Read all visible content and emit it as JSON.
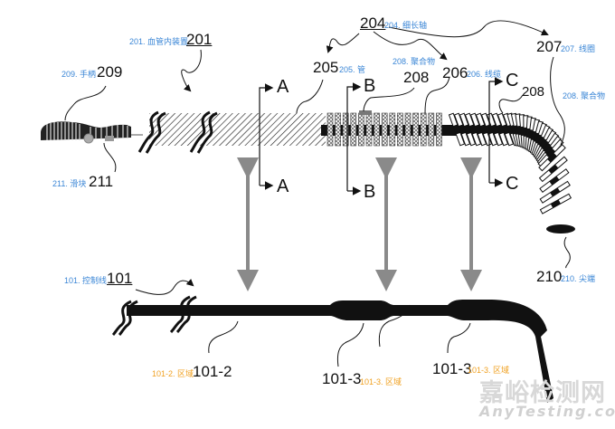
{
  "diagram": {
    "labels": {
      "n201": "201",
      "c201": "201. 血管内装置",
      "n209": "209",
      "c209": "209. 手柄",
      "n211": "211",
      "c211": "211. 滑块",
      "n204": "204",
      "c204": "204. 细长轴",
      "n205": "205",
      "c205": "205. 管",
      "n208a": "208",
      "c208a": "208. 聚合物",
      "n206": "206",
      "c206": "206. 线缆",
      "n207": "207",
      "c207": "207. 线圈",
      "n208c": "208",
      "c208c": "208. 聚合物",
      "n210": "210",
      "c210": "210. 尖端",
      "n101": "101",
      "c101": "101. 控制线",
      "n1012": "101-2",
      "c1012": "101-2. 区域",
      "n1013a": "101-3",
      "c1013a": "101-3. 区域",
      "n1013b": "101-3",
      "c1013b": "101-3. 区域"
    },
    "sections": {
      "a_top": "A",
      "a_bot": "A",
      "b_top": "B",
      "b_bot": "B",
      "c_top": "C",
      "c_bot": "C"
    },
    "colors": {
      "label_blue": "#3a86d6",
      "label_orange": "#f0a020",
      "arrow_gray": "#8a8a8a"
    }
  },
  "watermark": {
    "cn": "嘉峪检测网",
    "en": "AnyTesting.com"
  }
}
